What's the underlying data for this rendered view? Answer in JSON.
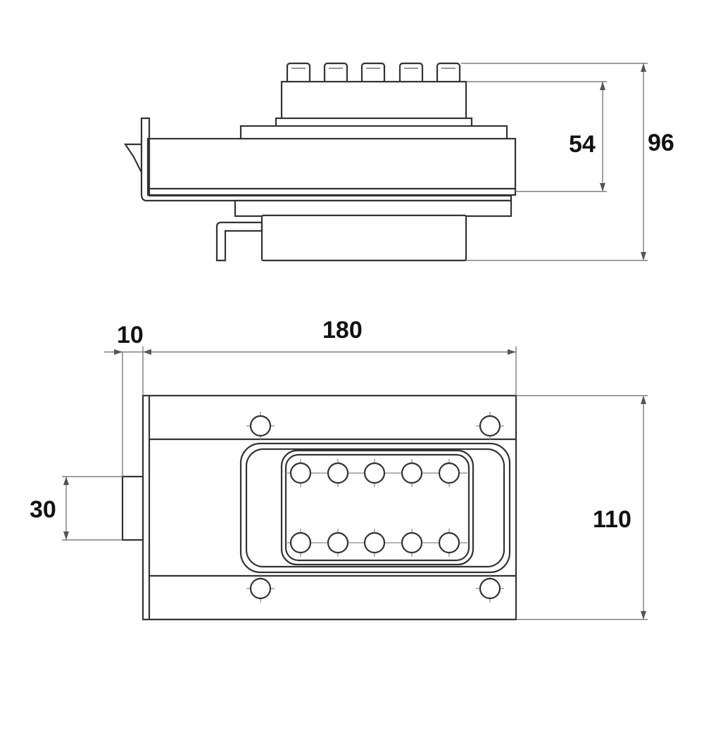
{
  "dimensions": {
    "side_height_inner": "54",
    "side_height_total": "96",
    "front_offset": "10",
    "front_width": "180",
    "front_tab_height": "30",
    "front_height": "110"
  },
  "colors": {
    "line": "#333333",
    "text": "#111111",
    "background": "#ffffff"
  }
}
